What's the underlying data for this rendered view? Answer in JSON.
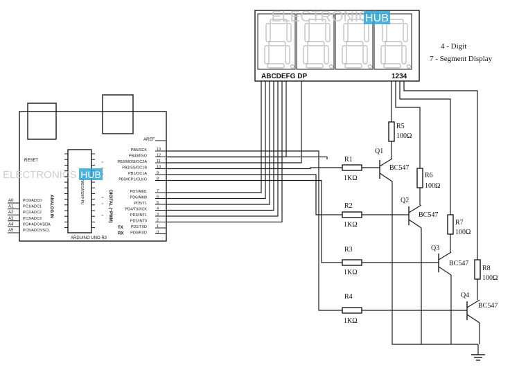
{
  "watermark": {
    "brand_left": "ELECTRONICS",
    "brand_right": "HUB",
    "color_text": "#c8c8c8",
    "color_badge": "#2aa6d8"
  },
  "display": {
    "title_line1": "4 - Digit",
    "title_line2": "7 - Segment Display",
    "segment_pins_label": "ABCDEFG DP",
    "digit_pins_label": "1234",
    "digit_count": 4
  },
  "arduino": {
    "board_label": "ARDUINO UNO R3",
    "chip_label": "ATMEGA328P-PU",
    "aref": "AREF",
    "reset": "RESET",
    "analog_header": "ANALOG IN",
    "digital_header": "DIGITAL (~PWM)",
    "analog_pins": [
      {
        "num": "A0",
        "name": "PC0/ADC0"
      },
      {
        "num": "A1",
        "name": "PC1/ADC1"
      },
      {
        "num": "A2",
        "name": "PC2/ADC2"
      },
      {
        "num": "A3",
        "name": "PC3/ADC3"
      },
      {
        "num": "A4",
        "name": "PC4/ADC4/SDA"
      },
      {
        "num": "A5",
        "name": "PC5/ADC5/SCL"
      }
    ],
    "digital_pins_top": [
      {
        "num": "13",
        "name": "PB5/SCK",
        "pwm": ""
      },
      {
        "num": "12",
        "name": "PB4/MISO",
        "pwm": ""
      },
      {
        "num": "11",
        "name": "PB3/MOSI/OC2A",
        "pwm": "~"
      },
      {
        "num": "10",
        "name": "PB2/SS/OC1B",
        "pwm": "~"
      },
      {
        "num": "9",
        "name": "PB1/OC1A",
        "pwm": "~"
      },
      {
        "num": "8",
        "name": "PB0/ICP1/CLKO",
        "pwm": ""
      }
    ],
    "digital_pins_bottom": [
      {
        "num": "7",
        "name": "PD7/AIN1",
        "pwm": "",
        "side": ""
      },
      {
        "num": "6",
        "name": "PD6/AIN0",
        "pwm": "~",
        "side": ""
      },
      {
        "num": "5",
        "name": "PD5/T1",
        "pwm": "~",
        "side": ""
      },
      {
        "num": "4",
        "name": "PD4/T0/XCK",
        "pwm": "",
        "side": ""
      },
      {
        "num": "3",
        "name": "PD3/INT1",
        "pwm": "~",
        "side": ""
      },
      {
        "num": "2",
        "name": "PD2/INT0",
        "pwm": "",
        "side": ""
      },
      {
        "num": "1",
        "name": "PD1/TXD",
        "pwm": "",
        "side": "TX"
      },
      {
        "num": "0",
        "name": "PD0/RXD",
        "pwm": "",
        "side": "RX"
      }
    ]
  },
  "resistors": [
    {
      "ref": "R1",
      "value": "1KΩ"
    },
    {
      "ref": "R2",
      "value": "1KΩ"
    },
    {
      "ref": "R3",
      "value": "1KΩ"
    },
    {
      "ref": "R4",
      "value": "1KΩ"
    },
    {
      "ref": "R5",
      "value": "100Ω"
    },
    {
      "ref": "R6",
      "value": "100Ω"
    },
    {
      "ref": "R7",
      "value": "100Ω"
    },
    {
      "ref": "R8",
      "value": "100Ω"
    }
  ],
  "transistors": [
    {
      "ref": "Q1",
      "part": "BC547"
    },
    {
      "ref": "Q2",
      "part": "BC547"
    },
    {
      "ref": "Q3",
      "part": "BC547"
    },
    {
      "ref": "Q4",
      "part": "BC547"
    }
  ]
}
